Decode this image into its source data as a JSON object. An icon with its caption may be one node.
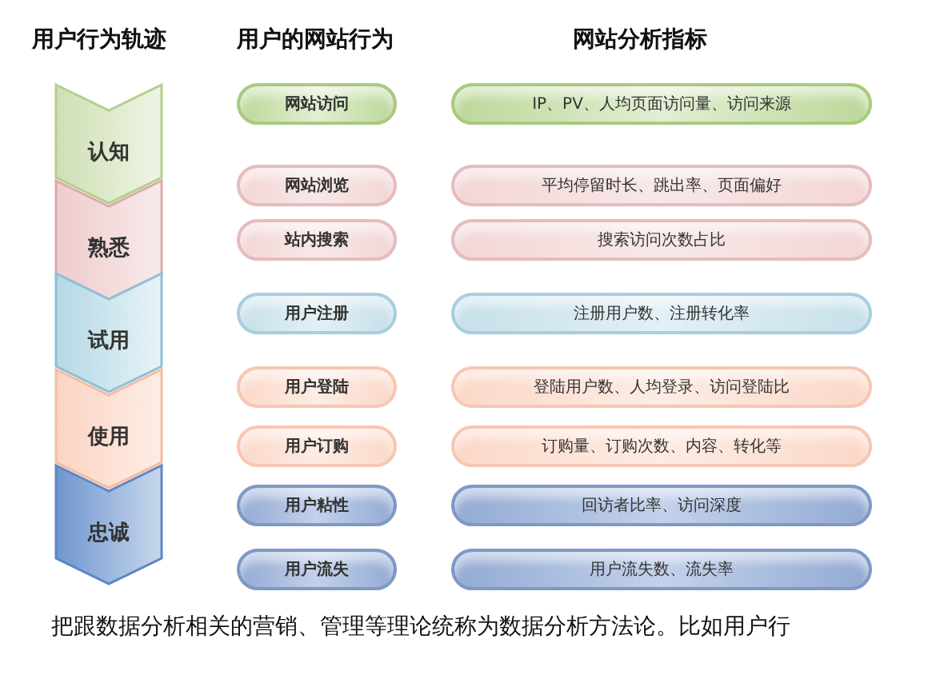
{
  "diagram": {
    "caption": "把跟数据分析相关的营销、管理等理论统称为数据分析方法论。比如用户行",
    "nodes": [
      {
        "text": [
          "认知"
        ]
      },
      {
        "text": [
          "熟悉"
        ]
      },
      {
        "text": [
          "试用"
        ]
      },
      {
        "text": [
          "使用"
        ]
      },
      {
        "text": [
          "忠诚"
        ]
      },
      {
        "text": [
          "网站访问"
        ]
      },
      {
        "text": [
          "网站浏览"
        ]
      },
      {
        "text": [
          "站内搜索"
        ]
      },
      {
        "text": [
          "用户注册"
        ]
      },
      {
        "text": [
          "用户登陆"
        ]
      },
      {
        "text": [
          "用户订购"
        ]
      },
      {
        "text": [
          "用户粘性"
        ]
      },
      {
        "text": [
          "用户流失"
        ]
      },
      {
        "text": [
          "IP、PV、人均页面访问量、访问来源"
        ]
      },
      {
        "text": [
          "平均停留时长、跳出率、页面偏好"
        ]
      },
      {
        "text": [
          "搜索访问次数占比"
        ]
      },
      {
        "text": [
          "注册用户数、注册转化率"
        ]
      },
      {
        "text": [
          "登陆用户数、人均登录、访问登陆比"
        ]
      },
      {
        "text": [
          "订购量、订购次数、内容、转化等"
        ]
      },
      {
        "text": [
          "回访者比率、访问深度"
        ]
      },
      {
        "text": [
          "用户流失数、流失率"
        ]
      }
    ],
    "labels": [
      "用户行为轨迹",
      "用户的网站行为",
      "网站分析指标"
    ]
  }
}
